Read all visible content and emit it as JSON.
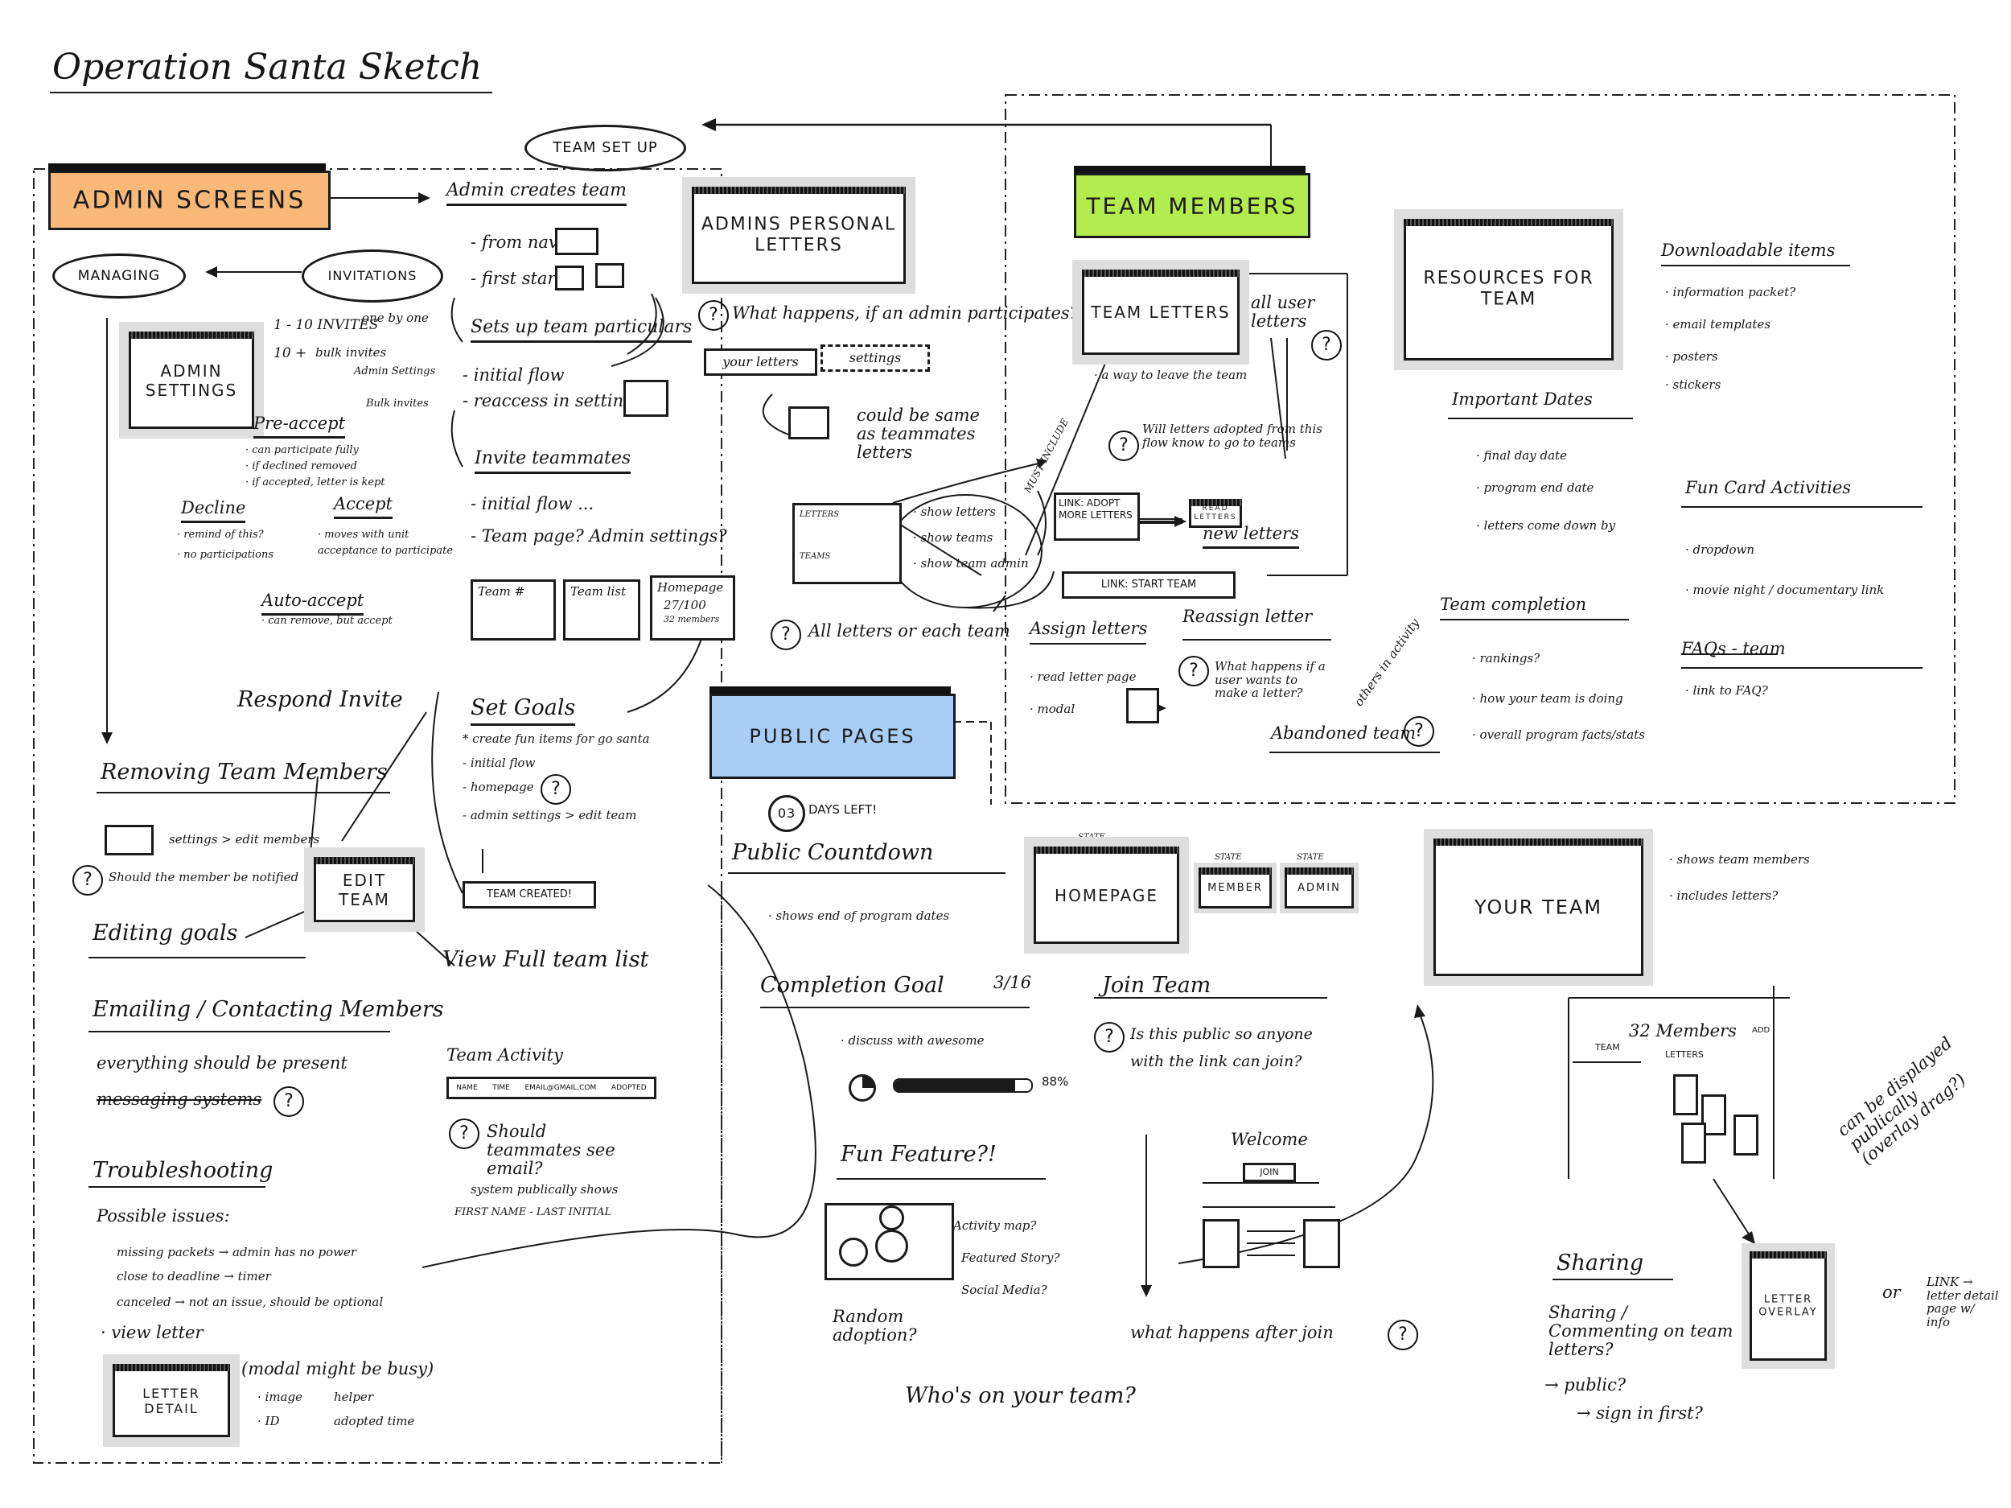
{
  "title": "Operation Santa Sketch",
  "team_setup": "TEAM SET UP",
  "sections": {
    "admin": "ADMIN SCREENS",
    "team": "TEAM MEMBERS",
    "public": "PUBLIC PAGES"
  },
  "colors": {
    "admin": "#f7b878",
    "team": "#b2ec4e",
    "public": "#a9cdf5",
    "ink": "#161616"
  },
  "admin": {
    "managing": "MANAGING",
    "invitations": "INVITATIONS",
    "admin_settings": "ADMIN SETTINGS",
    "creates_team": "Admin creates team",
    "from_nav": "- from nav",
    "first_starts": "- first starts",
    "sets_up": "Sets up team particulars",
    "initial_flow": "- initial flow",
    "reaccess": "- reaccess in settings",
    "invite": "Invite teammates",
    "invite_flow": "- initial flow ...",
    "team_page": "- Team page? Admin settings?",
    "invites_1": "1 - 10 INVITES",
    "invites_1b": "one by one",
    "invites_10": "10 +",
    "bulk": "bulk invites",
    "admin_settings_note": "Admin Settings",
    "bulk_invites": "Bulk invites",
    "pre_accept": "Pre-accept",
    "pre_accept_notes": [
      "· can participate fully",
      "· if declined removed",
      "· if accepted, letter is kept"
    ],
    "decline": "Decline",
    "decline_notes": [
      "· remind of this?",
      "· no participations"
    ],
    "accept": "Accept",
    "accept_notes": [
      "· moves with unit",
      "acceptance to participate"
    ],
    "auto_accept": "Auto-accept",
    "auto_accept_note": "· can remove, but accept",
    "respond": "Respond Invite",
    "set_goals": "Set Goals",
    "goals_notes": [
      "* create fun items for go santa",
      "- initial flow",
      "- homepage",
      "- admin settings > edit team"
    ],
    "team_created": "TEAM CREATED!",
    "mock_labels": [
      "Team #",
      "Team list",
      "Homepage"
    ],
    "mock_count": "27/100",
    "mock_count2": "32 members",
    "removing": "Removing Team Members",
    "removing_note": "settings > edit members",
    "removing_q": "Should the member be notified",
    "edit_team": "EDIT TEAM",
    "editing_goals": "Editing goals",
    "view_full": "View Full team list",
    "emailing": "Emailing / Contacting Members",
    "emailing_notes": [
      "everything should be present",
      "messaging systems"
    ],
    "team_activity": "Team Activity",
    "activity_cols": [
      "NAME",
      "TIME",
      "EMAIL@GMAIL.COM",
      "ADOPTED"
    ],
    "activity_q": "Should teammates see email?",
    "activity_note": "system publically shows",
    "activity_note2": "FIRST NAME - LAST INITIAL",
    "troubleshooting": "Troubleshooting",
    "possible": "Possible issues:",
    "issues": [
      "missing packets → admin has no power",
      "close to deadline → timer",
      "canceled → not an issue, should be optional"
    ],
    "timer": "timer",
    "view_letter": "· view letter",
    "letter_detail": "LETTER DETAIL",
    "modal_note": "(modal might be busy)",
    "modal_items": [
      "· image",
      "· ID",
      "helper",
      "adopted time"
    ]
  },
  "personal": {
    "screen": "ADMINS PERSONAL LETTERS",
    "q": "What happens, if an admin participates?",
    "your_letters": "your letters",
    "settings": "settings",
    "could_be": "could be same as teammates letters",
    "mini_letters": "LETTERS",
    "mini_teams": "TEAMS",
    "bubble": [
      "· show letters",
      "· show teams",
      "· show team admin"
    ],
    "all_letters": "All letters or each team"
  },
  "team": {
    "team_letters": "TEAM LETTERS",
    "all_user": "all user letters",
    "leave": "· a way to leave the team",
    "will_letters": "Will letters adopted from this flow know to go to teams",
    "must_include": "MUST INCLUDE",
    "link_adopt": "LINK: ADOPT MORE LETTERS",
    "read_letters": "READ LETTERS",
    "new_letters": "new letters",
    "link_start": "LINK: START TEAM",
    "assign": "Assign letters",
    "assign_notes": [
      "· read letter page",
      "· modal"
    ],
    "reassign": "Reassign letter",
    "reassign_q": "What happens if a user wants to make a letter?",
    "others": "others in activity",
    "abandoned": "Abandoned team",
    "resources": "RESOURCES FOR TEAM",
    "downloadable": "Downloadable items",
    "downloadable_items": [
      "· information packet?",
      "· email templates",
      "· posters",
      "· stickers"
    ],
    "important": "Important Dates",
    "important_items": [
      "· final day date",
      "· program end date",
      "· letters come down by"
    ],
    "fun": "Fun Card Activities",
    "fun_items": [
      "· dropdown",
      "· movie night / documentary link"
    ],
    "faq": "FAQs - team",
    "faq_item": "· link to FAQ?",
    "completion": "Team completion",
    "completion_items": [
      "· rankings?",
      "· how your team is doing",
      "· overall program facts/stats"
    ]
  },
  "public": {
    "days": "DAYS LEFT!",
    "days_num": "03",
    "countdown": "Public Countdown",
    "countdown_note": "· shows end of program dates",
    "homepage": "HOMEPAGE",
    "member": "MEMBER",
    "admin": "ADMIN",
    "state": "STATE",
    "goal": "Completion Goal",
    "goal_frac": "3/16",
    "goal_note": "· discuss with awesome",
    "progress": 88,
    "progress_label": "88%",
    "join": "Join Team",
    "join_q": "Is this public so anyone with the link can join?",
    "welcome": "Welcome",
    "join_btn": "JOIN",
    "what_after": "what happens after join",
    "fun_feature": "Fun Feature?!",
    "fun_notes": [
      "Activity map?",
      "Featured Story?",
      "Social Media?"
    ],
    "random": "Random adoption?",
    "whos": "Who's on your team?",
    "your_team": "YOUR TEAM",
    "your_team_notes": [
      "· shows team members",
      "· includes letters?"
    ],
    "members": "32 Members",
    "team_col": "TEAM",
    "letters_col": "LETTERS",
    "add": "ADD",
    "displayed": "can be displayed publically (overlay drag?)",
    "sharing": "Sharing",
    "sharing_q": "Sharing / Commenting on team letters?",
    "public_q": "→ public?",
    "sign_in": "→ sign in first?",
    "letter_overlay": "LETTER OVERLAY",
    "or": "or",
    "link_detail": "LINK → letter detail page w/ info"
  }
}
